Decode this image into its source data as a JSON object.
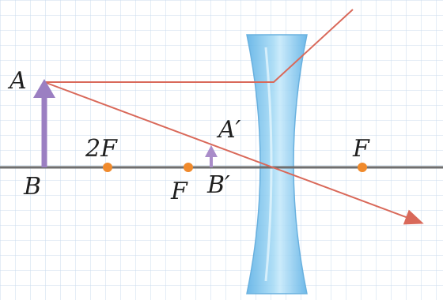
{
  "labels": {
    "A": "A",
    "B": "B",
    "A_prime": "A′",
    "B_prime": "B′",
    "two_F": "2F",
    "F_left": "F",
    "F_right": "F"
  },
  "colors": {
    "grid": "#b9cfe6",
    "axis": "#6e6e6e",
    "object_arrow": "#9b7fc2",
    "image_arrow": "#a98cc9",
    "ray": "#d9695a",
    "lens_fill": "#8cc9ee",
    "lens_edge": "#5aa9dc",
    "focal_point": "#f08a2c"
  }
}
